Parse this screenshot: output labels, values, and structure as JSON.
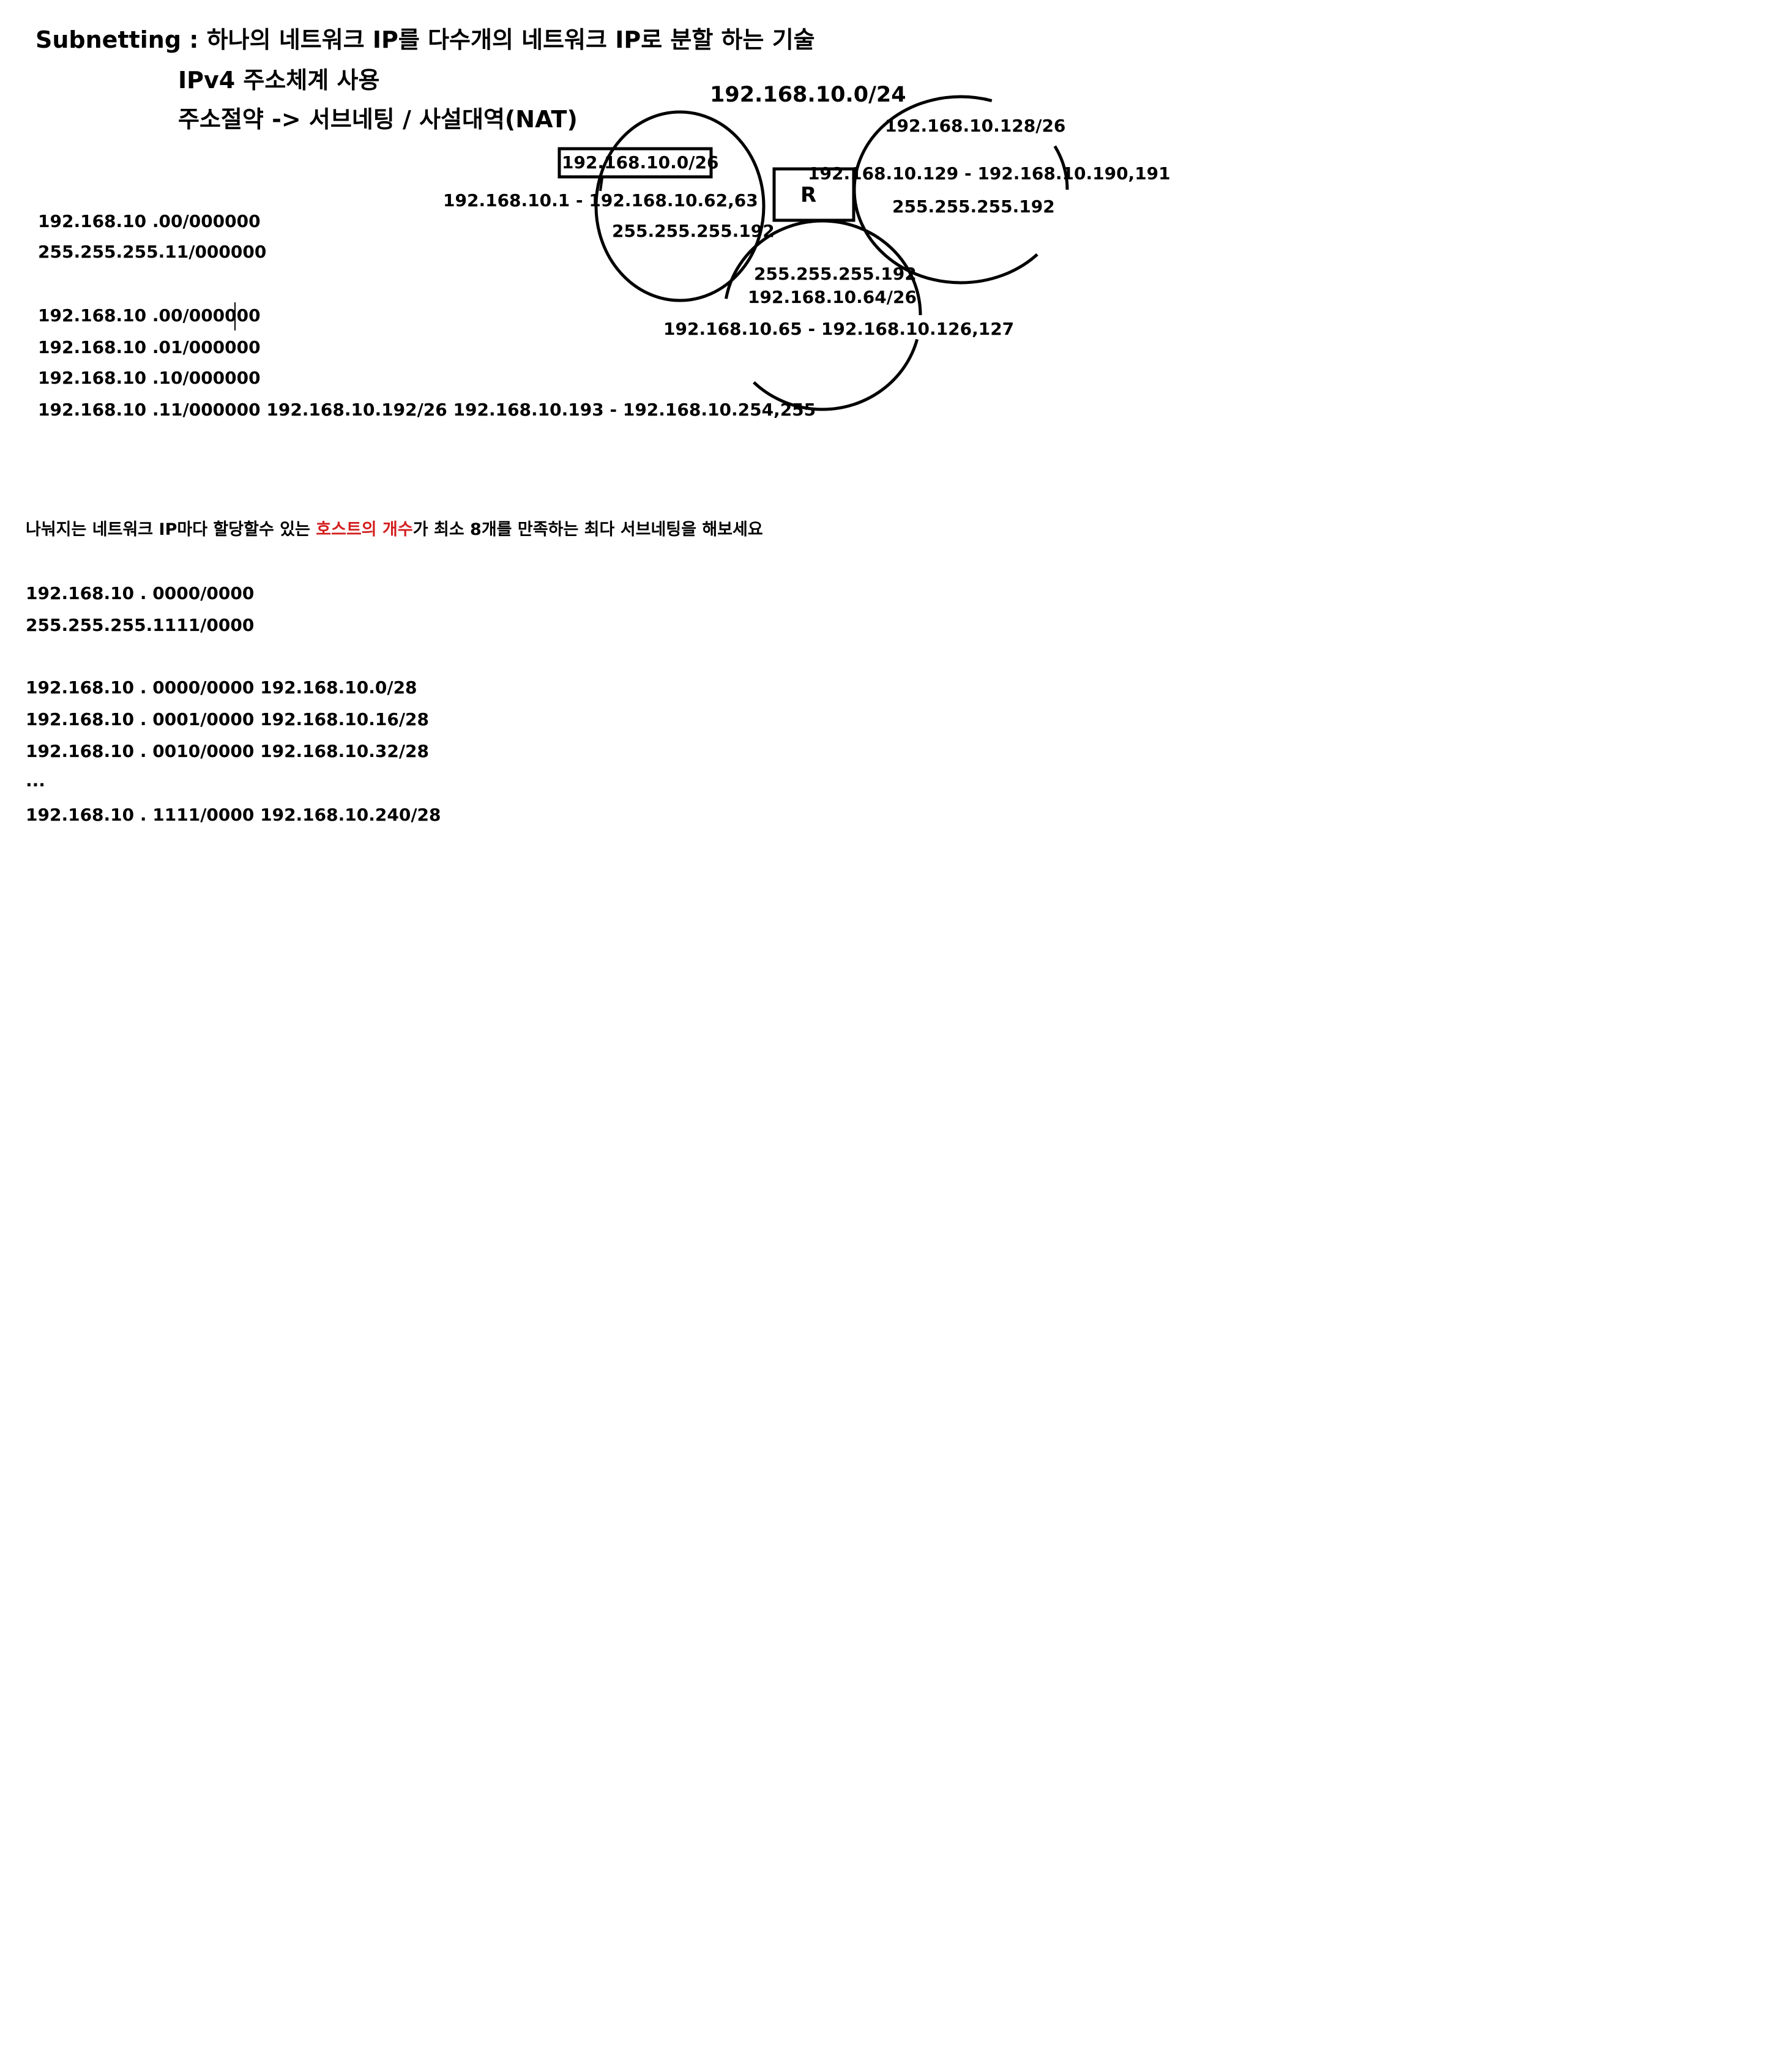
{
  "header": {
    "title_line": "Subnetting : 하나의 네트워크 IP를 다수개의 네트워크 IP로 분할 하는 기술",
    "line2": "IPv4 주소체계 사용",
    "line3": "주소절약 -> 서브네팅 / 사설대역(NAT)"
  },
  "diagram": {
    "network_label": "192.168.10.0/24",
    "router_label": "R",
    "subnet_a": {
      "network": "192.168.10.0/26",
      "range": "192.168.10.1  - 192.168.10.62,63",
      "mask": "255.255.255.192"
    },
    "subnet_b": {
      "network": "192.168.10.128/26",
      "range": "192.168.10.129 - 192.168.10.190,191",
      "mask": "255.255.255.192"
    },
    "subnet_c": {
      "mask": "255.255.255.192",
      "network": "192.168.10.64/26",
      "range": "192.168.10.65 - 192.168.10.126,127"
    }
  },
  "binary_notes": {
    "line1": "192.168.10 .00/000000",
    "line2": "255.255.255.11/000000",
    "rows": [
      "192.168.10 .00/000000",
      "192.168.10 .01/000000",
      "192.168.10 .10/000000",
      "192.168.10 .11/000000 192.168.10.192/26 192.168.10.193 - 192.168.10.254,255"
    ]
  },
  "exercise": {
    "question_part1": "나눠지는 네트워크 IP마다 할당할수 있는 ",
    "question_highlight": "호스트의 개수",
    "question_part2": "가 최소 8개를 만족하는 최다 서브네팅을 해보세요",
    "highlight_color": "#d41f1f",
    "line1": "192.168.10 . 0000/0000",
    "line2": "255.255.255.1111/0000",
    "rows": [
      "192.168.10 . 0000/0000 192.168.10.0/28",
      "192.168.10 . 0001/0000 192.168.10.16/28",
      "192.168.10 . 0010/0000 192.168.10.32/28",
      "...",
      "192.168.10 . 1111/0000 192.168.10.240/28"
    ]
  }
}
